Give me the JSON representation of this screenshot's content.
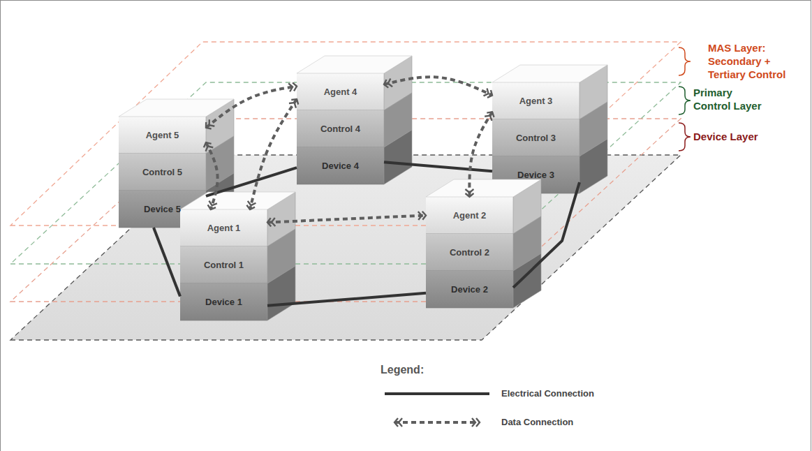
{
  "diagram": {
    "nodes": [
      {
        "text": [
          "Agent 1"
        ]
      },
      {
        "text": [
          "Control 1"
        ]
      },
      {
        "text": [
          "Device 1"
        ]
      },
      {
        "text": [
          "Agent 2"
        ]
      },
      {
        "text": [
          "Control 2"
        ]
      },
      {
        "text": [
          "Device 2"
        ]
      },
      {
        "text": [
          "Agent 3"
        ]
      },
      {
        "text": [
          "Control 3"
        ]
      },
      {
        "text": [
          "Device 3"
        ]
      },
      {
        "text": [
          "Agent 4"
        ]
      },
      {
        "text": [
          "Control 4"
        ]
      },
      {
        "text": [
          "Device 4"
        ]
      },
      {
        "text": [
          "Agent 5"
        ]
      },
      {
        "text": [
          "Control 5"
        ]
      },
      {
        "text": [
          "Device 5"
        ]
      }
    ],
    "edges": [
      {
        "from": 2,
        "to": 5,
        "arrow": "none"
      },
      {
        "from": 5,
        "to": 8,
        "arrow": "none"
      },
      {
        "from": 8,
        "to": 11,
        "arrow": "none"
      },
      {
        "from": 11,
        "to": 14,
        "arrow": "none"
      },
      {
        "from": 14,
        "to": 2,
        "arrow": "none"
      },
      {
        "from": 12,
        "to": 9,
        "arrow": "both"
      },
      {
        "from": 9,
        "to": 6,
        "arrow": "both"
      },
      {
        "from": 0,
        "to": 3,
        "arrow": "both"
      },
      {
        "from": 9,
        "to": 0,
        "arrow": "both"
      },
      {
        "from": 12,
        "to": 0,
        "arrow": "both"
      },
      {
        "from": 6,
        "to": 3,
        "arrow": "both"
      }
    ],
    "labels": [
      "MAS Layer: Secondary + Tertiary Control",
      "Primary Control Layer",
      "Device Layer",
      "Legend:"
    ],
    "legend": [
      {
        "text": "Electrical Connection"
      },
      {
        "text": "Data Connection"
      }
    ]
  }
}
